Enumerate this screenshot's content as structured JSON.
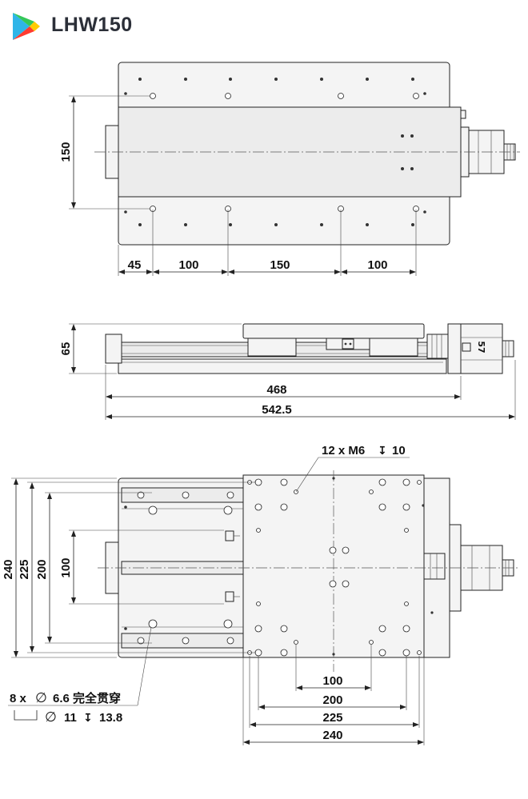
{
  "header": {
    "title": "LHW150",
    "logo": {
      "icon": "play-logo-icon",
      "colors": [
        "#2fb5e8",
        "#34c759",
        "#ffcc00",
        "#ff3b30"
      ]
    }
  },
  "top_view": {
    "dim_150": "150",
    "bottom_dims": [
      "45",
      "100",
      "150",
      "100"
    ]
  },
  "side_view": {
    "dim_65": "65",
    "dim_468": "468",
    "dim_542_5": "542.5",
    "motor_label": "57"
  },
  "bottom_view": {
    "tapped_note": "12 x  M6",
    "tapped_depth": "10",
    "left_dims": [
      "240",
      "225",
      "200",
      "100"
    ],
    "bottom_dims": [
      "100",
      "200",
      "225",
      "240"
    ],
    "hole_note_1_prefix": "8 x",
    "hole_note_1_value": "6.6 完全贯穿",
    "hole_note_2_value": "11",
    "hole_note_2_depth": "13.8"
  }
}
